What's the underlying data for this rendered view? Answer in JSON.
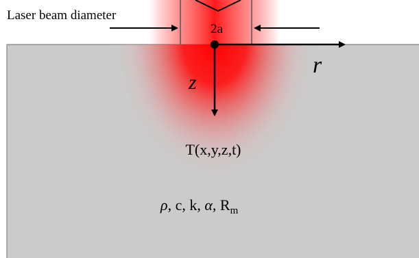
{
  "diagram": {
    "beam_label": "Laser beam diameter",
    "aperture_label": "2a",
    "radial_axis_label": "r",
    "depth_axis_label": "z",
    "temperature_label": "T(x,y,z,t)",
    "properties": {
      "rho": "ρ",
      "separator": ", ",
      "c": "c",
      "k": "k",
      "alpha": "α",
      "R": "R",
      "R_sub": "m"
    },
    "colors": {
      "material": "#cbcbcb",
      "beam": "#ff0000",
      "arrows": "#000000"
    }
  }
}
